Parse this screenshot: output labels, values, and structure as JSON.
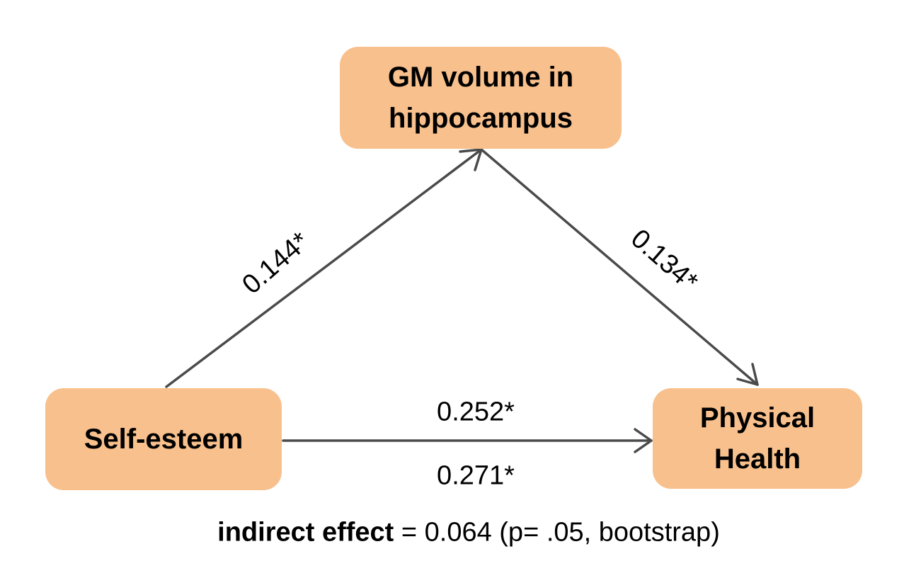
{
  "nodes": {
    "mediator": {
      "label": "GM volume in\nhippocampus"
    },
    "predictor": {
      "label": "Self-esteem"
    },
    "outcome": {
      "label": "Physical\nHealth"
    }
  },
  "paths": {
    "a": "0.144*",
    "b": "0.134*",
    "c_total": "0.252*",
    "c_direct": "0.271*"
  },
  "indirect_effect": {
    "label": "indirect effect",
    "value": " = 0.064 (p= .05, bootstrap)"
  },
  "colors": {
    "node_fill": "#f8c08c",
    "arrow": "#4a4a4a",
    "text": "#000000"
  }
}
